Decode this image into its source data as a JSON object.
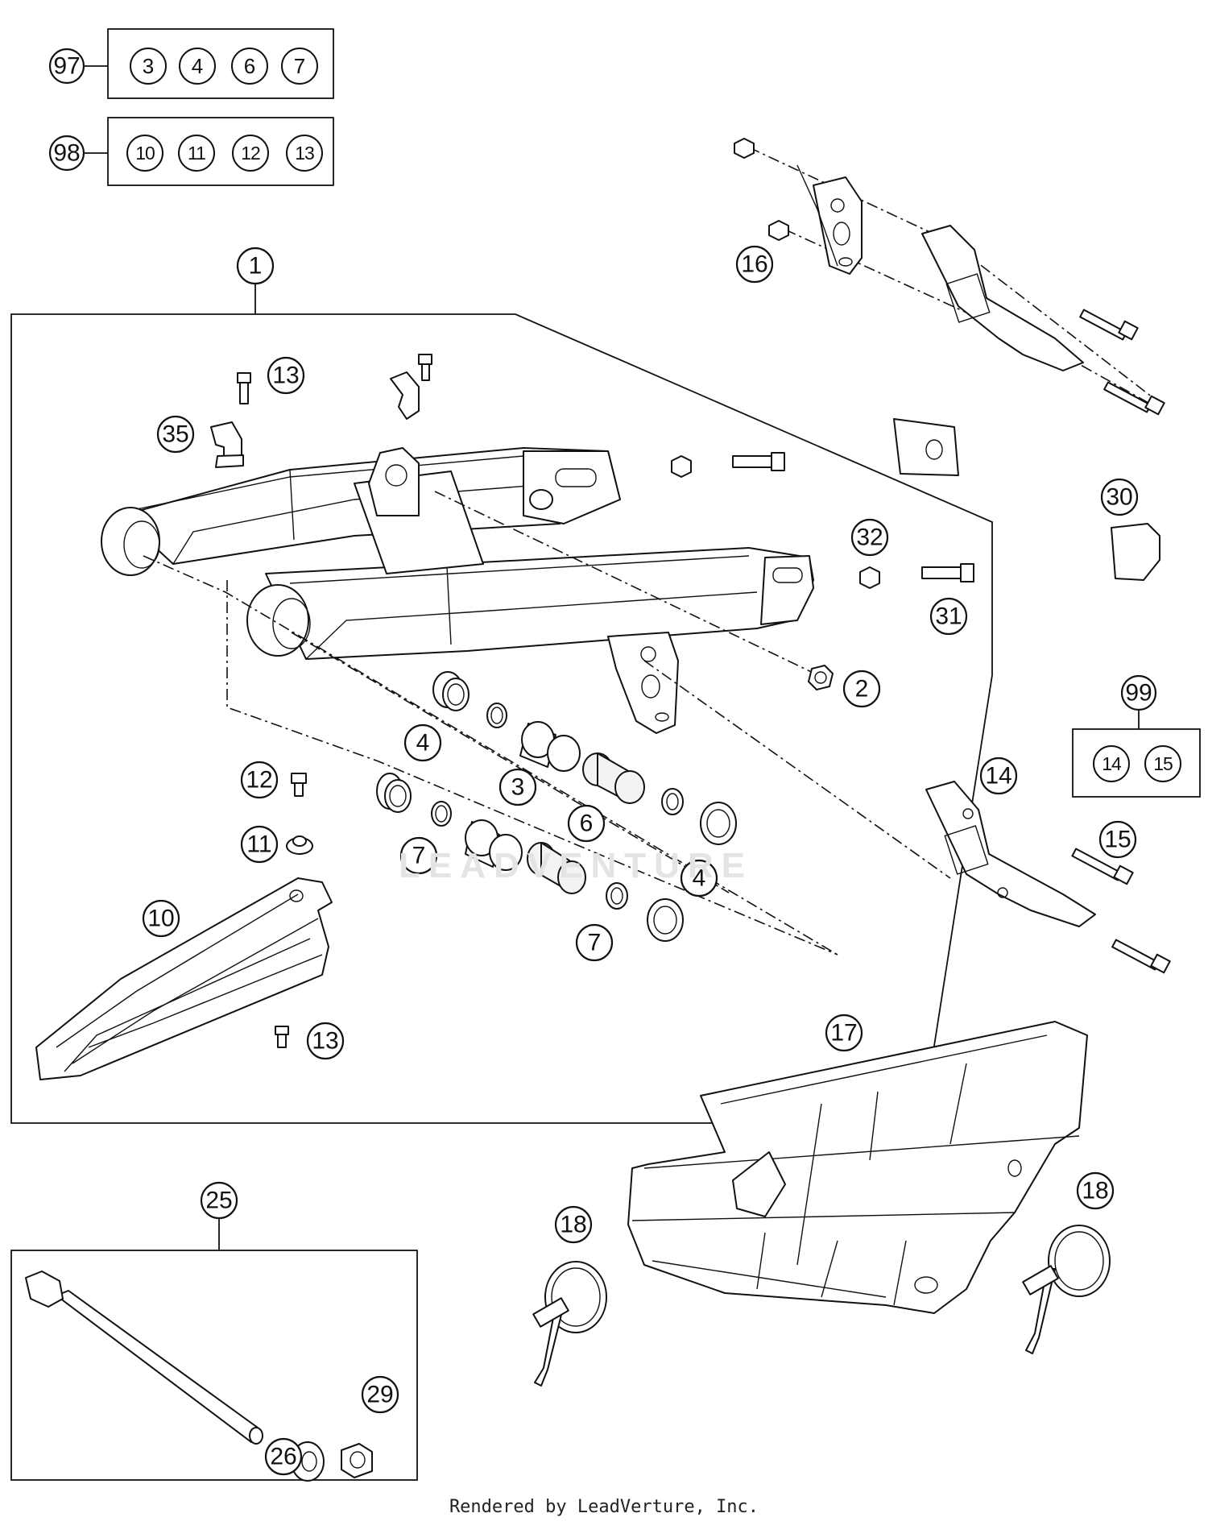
{
  "kits": [
    {
      "id": "97",
      "contents": [
        "3",
        "4",
        "6",
        "7"
      ]
    },
    {
      "id": "98",
      "contents": [
        "10",
        "11",
        "12",
        "13"
      ]
    },
    {
      "id": "99",
      "contents": [
        "14",
        "15"
      ]
    }
  ],
  "callouts": {
    "swingarm_assembly": "1",
    "nut_pivot": "2",
    "bushing": "3",
    "seal_upper": "4",
    "seal_lower": "4",
    "sleeve": "6",
    "washer_lower": "7",
    "washer_right": "7",
    "chain_slider": "10",
    "collar": "11",
    "screw_small": "12",
    "screw_top": "13",
    "screw_bottom": "13",
    "chain_guide": "14",
    "guide_screw": "15",
    "upper_nut": "16",
    "chain_guard": "17",
    "cable_tie_left": "18",
    "cable_tie_right": "18",
    "axle_assembly": "25",
    "washer_axle": "26",
    "nut_axle": "29",
    "pad": "30",
    "bolt": "31",
    "nut_small": "32",
    "clip": "35"
  },
  "watermark": "LEADVENTURE",
  "footer": "Rendered by LeadVerture, Inc."
}
